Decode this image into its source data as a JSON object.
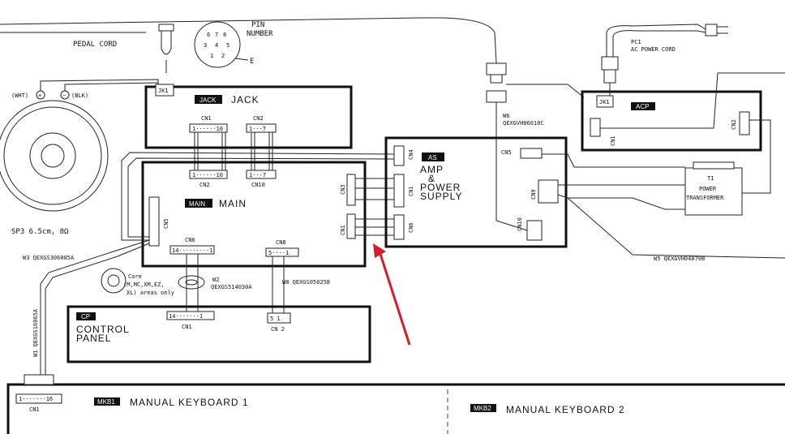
{
  "labels": {
    "pin_number": "PIN",
    "pin_number2": "NUMBER",
    "pedal_cord": "PEDAL CORD",
    "e_label": "E",
    "pc1": "PC1",
    "ac_power_cord": "AC POWER CORD",
    "wht": "(WHT)",
    "blk": "(BLK)",
    "sp3": "SP3  6.5cm, 8Ω",
    "jk1_top": "JK1",
    "jack_tag": "JACK",
    "jack_name": "JACK",
    "jk1_right": "JK1",
    "acp_tag": "ACP",
    "cn1_acp": "CN1",
    "cn2_acp": "CN2",
    "w6": "W6",
    "w6_code": "QEXGVH06018C",
    "cn1_jack": "CN1",
    "cn2_jack": "CN2",
    "cn1_jack_pins": "1······10",
    "cn2_jack_pins": "1···7",
    "cn2_main_pins": "1······10",
    "cn10_main_pins": "1···7",
    "cn2_main": "CN2",
    "cn10_main": "CN10",
    "main_tag": "MAIN",
    "main_name": "MAIN",
    "cn5_main": "CN5",
    "cn6_main": "CN6",
    "cn8_main": "CN8",
    "cn3_main": "CN3",
    "cn1_main": "CN1",
    "cn6_pins": "14·········1",
    "cn8_pins": "5····1",
    "as_tag": "AS",
    "as_name1": "AMP",
    "as_name2": "&",
    "as_name3": "POWER",
    "as_name4": "SUPPLY",
    "cn4_as": "CN4",
    "cn1_as": "CN1",
    "cn6_as": "CN6",
    "cn5_as": "CN5",
    "cn9_as": "CN9",
    "cn10_as": "CN10",
    "t1": "T1",
    "power": "POWER",
    "transformer": "TRANSFORMER",
    "w5": "W5  QEXGVH04070B",
    "w3": "W3  QEXGS306085A",
    "w1": "W1  QEXGS16065A",
    "core1": "Core",
    "core2": "(M,MC,XM,EZ,",
    "core3": "XL) areas only",
    "w2": "W2",
    "w2_code": "QEXGS514030A",
    "w8": "W8  QEXGS050258",
    "cp_tag": "CP",
    "cp_name1": "CONTROL",
    "cp_name2": "PANEL",
    "cn1_cp": "CN1",
    "cn2_cp": "CN 2",
    "cn1_cp_pins": "14·······1",
    "cn2_cp_pins": "5  1",
    "mkb1_tag": "MKB1",
    "mkb1_name": "MANUAL  KEYBOARD  1",
    "mkb2_tag": "MKB2",
    "mkb2_name": "MANUAL  KEYBOARD 2",
    "cn1_mkb": "CN1",
    "cn1_mkb_pins": "1·······16",
    "pin_numbers": [
      "6",
      "7",
      "8",
      "3",
      "4",
      "5",
      "1",
      "2"
    ]
  }
}
